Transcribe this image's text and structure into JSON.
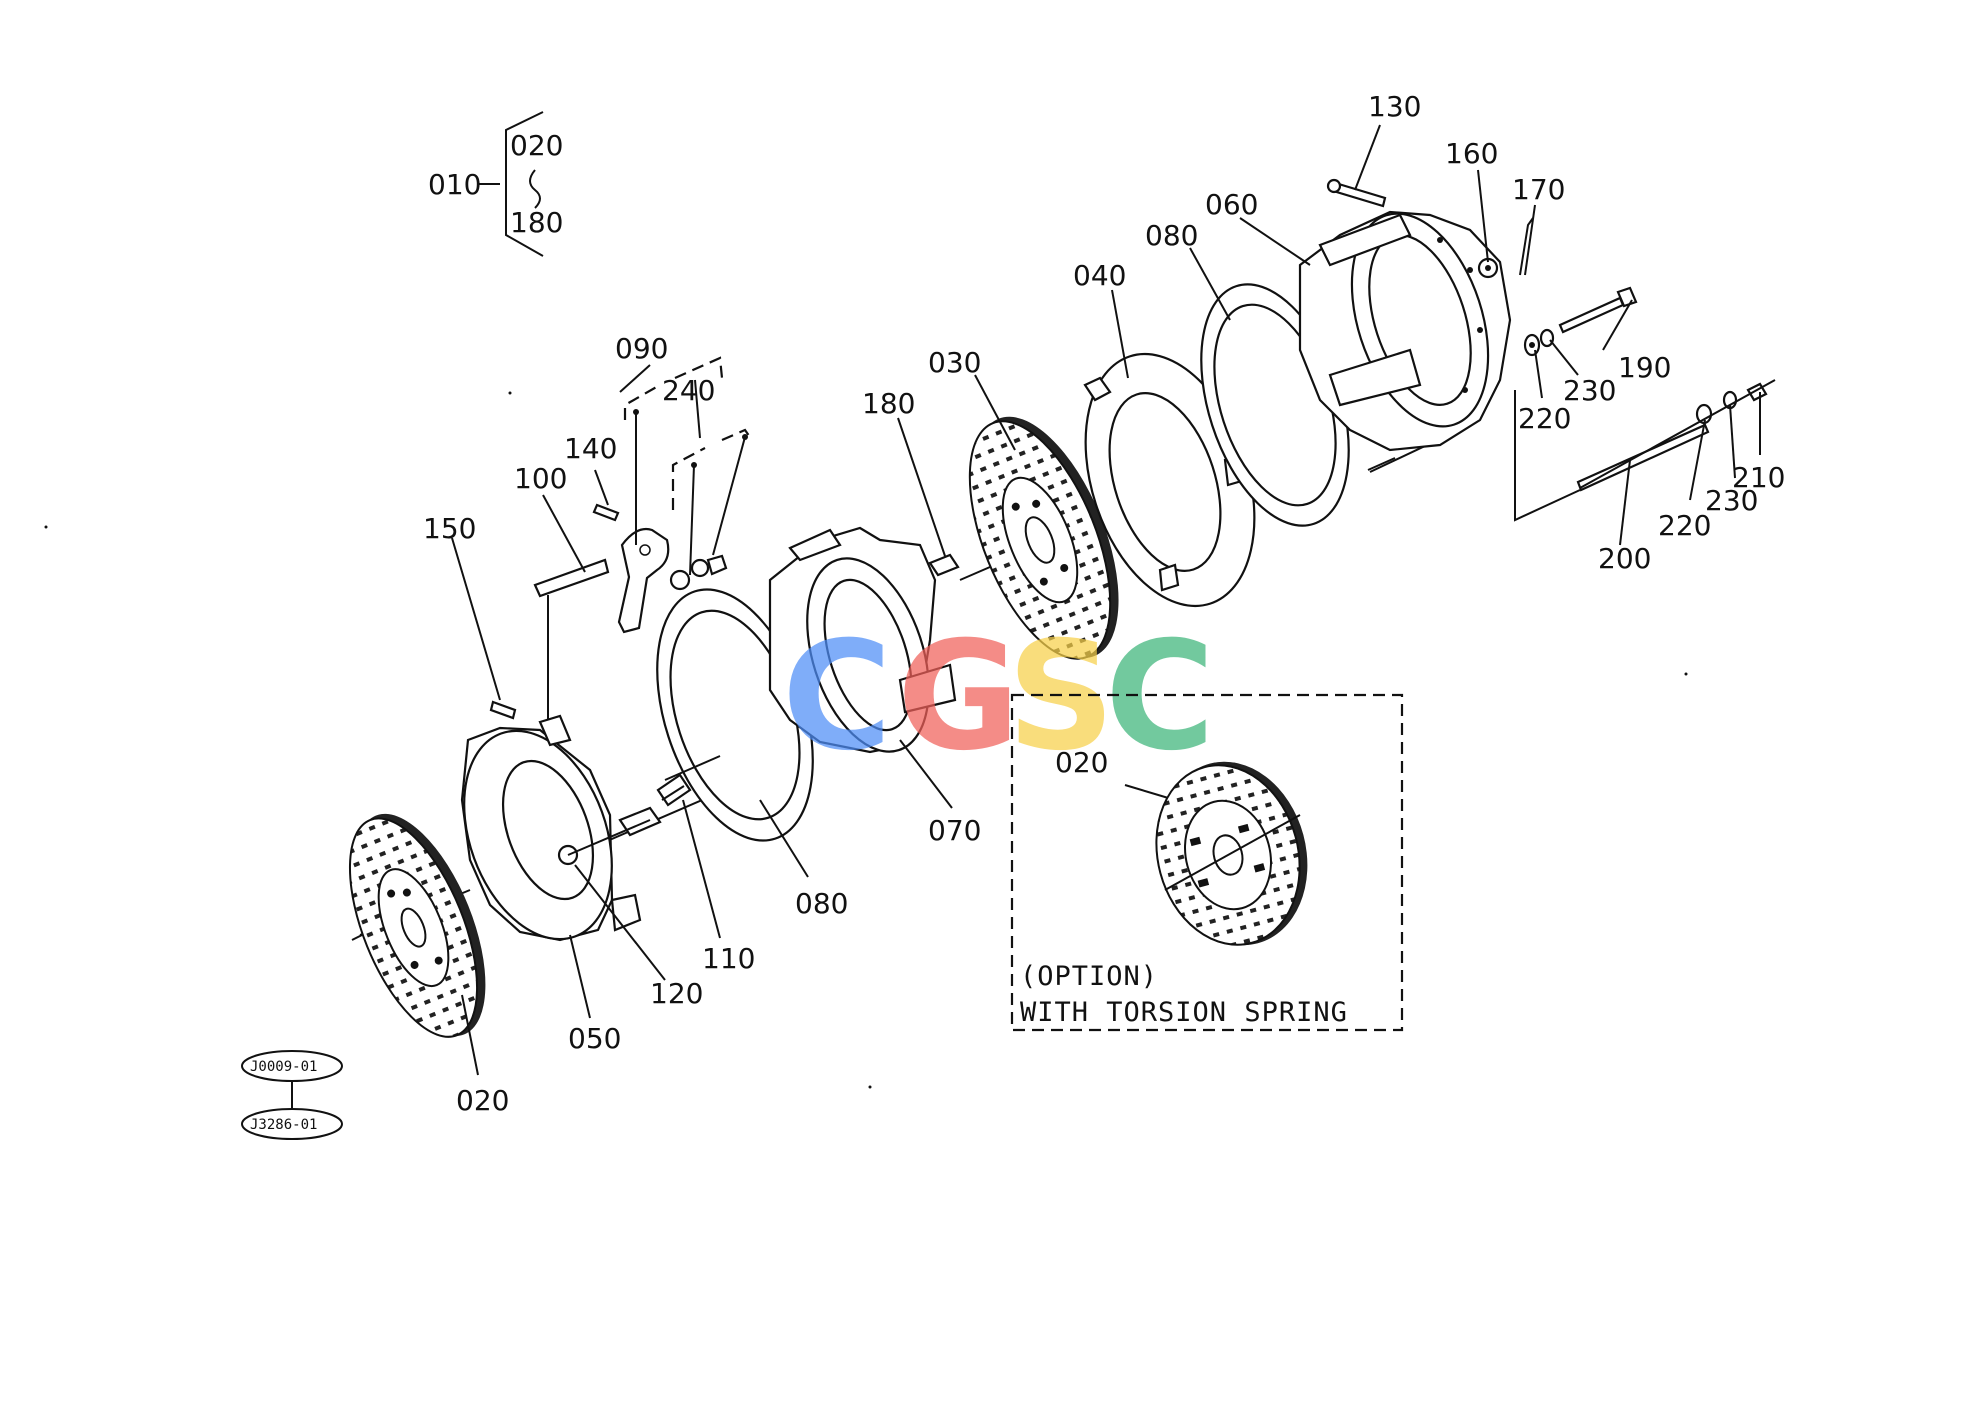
{
  "assembly": {
    "main_number": "010",
    "range_start": "020",
    "range_end": "180"
  },
  "callouts": [
    {
      "id": "130",
      "text": "130"
    },
    {
      "id": "160",
      "text": "160"
    },
    {
      "id": "170",
      "text": "170"
    },
    {
      "id": "060",
      "text": "060"
    },
    {
      "id": "080-top",
      "text": "080"
    },
    {
      "id": "040",
      "text": "040"
    },
    {
      "id": "190",
      "text": "190"
    },
    {
      "id": "230-top",
      "text": "230"
    },
    {
      "id": "220-top",
      "text": "220"
    },
    {
      "id": "210",
      "text": "210"
    },
    {
      "id": "230-bottom",
      "text": "230"
    },
    {
      "id": "220-bottom",
      "text": "220"
    },
    {
      "id": "200",
      "text": "200"
    },
    {
      "id": "030",
      "text": "030"
    },
    {
      "id": "180",
      "text": "180"
    },
    {
      "id": "090",
      "text": "090"
    },
    {
      "id": "240",
      "text": "240"
    },
    {
      "id": "140",
      "text": "140"
    },
    {
      "id": "100",
      "text": "100"
    },
    {
      "id": "150",
      "text": "150"
    },
    {
      "id": "070",
      "text": "070"
    },
    {
      "id": "080-bottom",
      "text": "080"
    },
    {
      "id": "110",
      "text": "110"
    },
    {
      "id": "120",
      "text": "120"
    },
    {
      "id": "050",
      "text": "050"
    },
    {
      "id": "020-left",
      "text": "020"
    },
    {
      "id": "020-option",
      "text": "020"
    }
  ],
  "option_box": {
    "line1": "(OPTION)",
    "line2": "WITH TORSION SPRING"
  },
  "reference_tags": [
    "J0009-01",
    "J3286-01"
  ],
  "watermark": {
    "letters": [
      {
        "char": "C",
        "color": "#4f8ef7"
      },
      {
        "char": "G",
        "color": "#f0605a"
      },
      {
        "char": "S",
        "color": "#f7d04a"
      },
      {
        "char": "C",
        "color": "#3db57a"
      }
    ]
  }
}
